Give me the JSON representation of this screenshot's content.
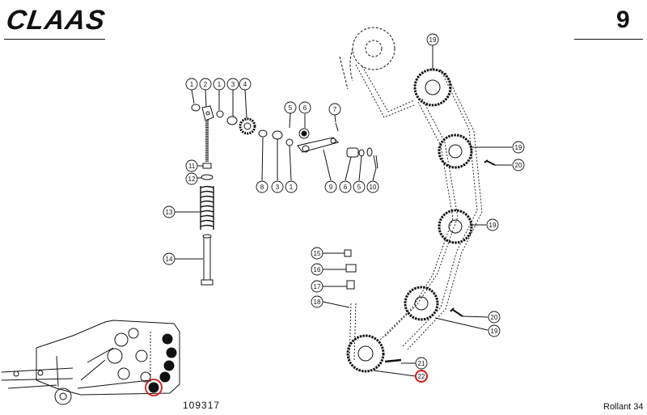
{
  "header": {
    "brand": "CLAAS",
    "page_number": "9"
  },
  "footer": {
    "drawing_number": "109317",
    "model": "Rollant 34"
  },
  "callouts": [
    "1",
    "2",
    "1",
    "3",
    "4",
    "5",
    "6",
    "7",
    "11",
    "12",
    "13",
    "14",
    "8",
    "3",
    "1",
    "9",
    "6",
    "5",
    "10",
    "15",
    "16",
    "17",
    "18",
    "19",
    "19",
    "20",
    "19",
    "20",
    "19",
    "21",
    "22"
  ],
  "highlight_color": "#d11b1b"
}
